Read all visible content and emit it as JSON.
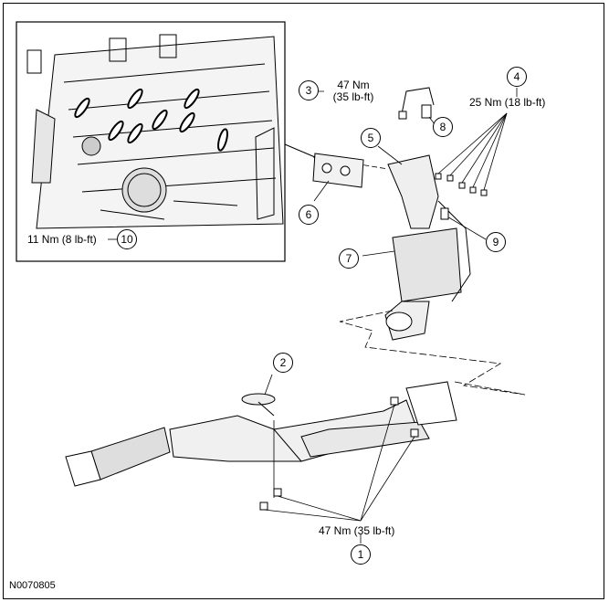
{
  "figure_id": "N0070805",
  "callouts": {
    "c1": "1",
    "c2": "2",
    "c3": "3",
    "c4": "4",
    "c5": "5",
    "c6": "6",
    "c7": "7",
    "c8": "8",
    "c9": "9",
    "c10": "10"
  },
  "torque": {
    "t3_nm": "47 Nm",
    "t3_lbft": "(35 lb-ft)",
    "t4": "25 Nm (18 lb-ft)",
    "t10": "11 Nm (8 lb-ft)",
    "t1": "47 Nm (35 lb-ft)"
  }
}
